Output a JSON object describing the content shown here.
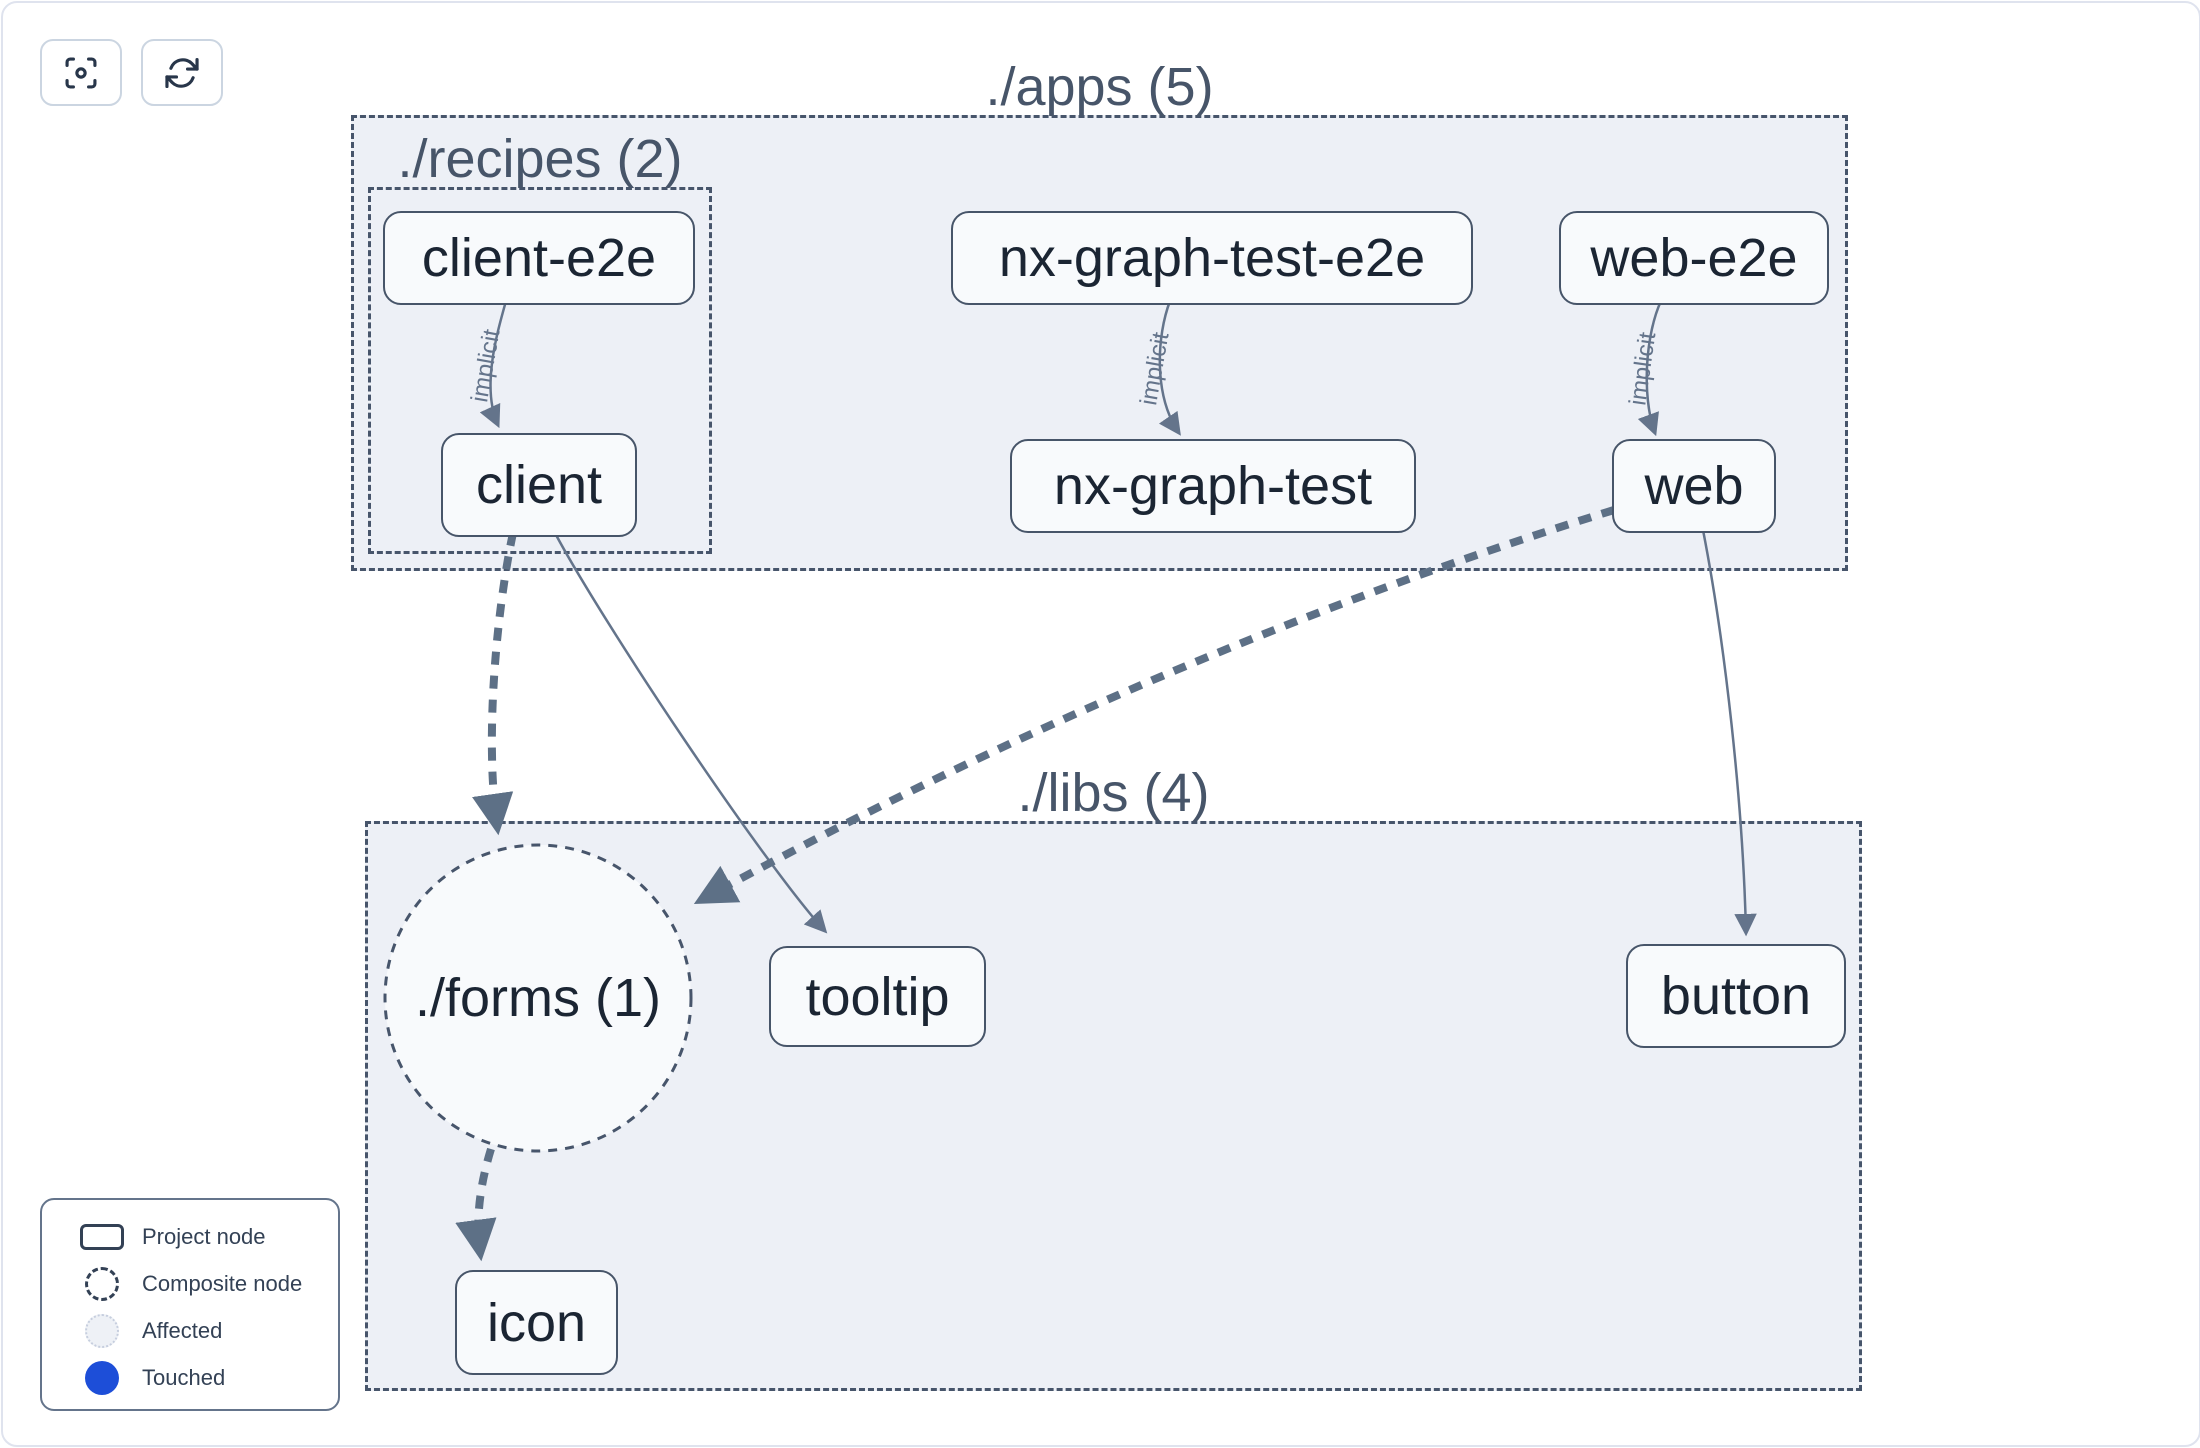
{
  "toolbar": {
    "buttons": [
      {
        "icon": "focus-crosshair-icon"
      },
      {
        "icon": "refresh-icon"
      }
    ]
  },
  "graph": {
    "groups": [
      {
        "id": "apps",
        "label": "./apps (5)"
      },
      {
        "id": "recipes",
        "label": "./recipes (2)"
      },
      {
        "id": "libs",
        "label": "./libs (4)"
      }
    ],
    "composite_nodes": [
      {
        "id": "forms",
        "label": "./forms (1)"
      }
    ],
    "nodes": [
      {
        "id": "client-e2e",
        "label": "client-e2e"
      },
      {
        "id": "nx-graph-test-e2e",
        "label": "nx-graph-test-e2e"
      },
      {
        "id": "web-e2e",
        "label": "web-e2e"
      },
      {
        "id": "client",
        "label": "client"
      },
      {
        "id": "nx-graph-test",
        "label": "nx-graph-test"
      },
      {
        "id": "web",
        "label": "web"
      },
      {
        "id": "tooltip",
        "label": "tooltip"
      },
      {
        "id": "button",
        "label": "button"
      },
      {
        "id": "icon",
        "label": "icon"
      }
    ],
    "edges": [
      {
        "from": "client-e2e",
        "to": "client",
        "label": "implicit",
        "style": "thin-solid"
      },
      {
        "from": "nx-graph-test-e2e",
        "to": "nx-graph-test",
        "label": "implicit",
        "style": "thin-solid"
      },
      {
        "from": "web-e2e",
        "to": "web",
        "label": "implicit",
        "style": "thin-solid"
      },
      {
        "from": "client",
        "to": "./forms",
        "label": "",
        "style": "thick-dashed"
      },
      {
        "from": "client",
        "to": "tooltip",
        "label": "",
        "style": "thin-solid"
      },
      {
        "from": "web",
        "to": "./forms",
        "label": "",
        "style": "thick-dashed"
      },
      {
        "from": "web",
        "to": "button",
        "label": "",
        "style": "thin-solid"
      },
      {
        "from": "./forms",
        "to": "icon",
        "label": "",
        "style": "thick-dashed"
      }
    ]
  },
  "legend": {
    "items": [
      {
        "swatch": "project-node-swatch",
        "label": "Project node"
      },
      {
        "swatch": "composite-node-swatch",
        "label": "Composite node"
      },
      {
        "swatch": "affected-swatch",
        "label": "Affected"
      },
      {
        "swatch": "touched-swatch",
        "label": "Touched"
      }
    ]
  },
  "colors": {
    "container_fill": "#edf0f6",
    "dashed_border": "#47556b",
    "node_fill": "#f8fafc",
    "node_border": "#475569",
    "node_text": "#1b2533",
    "edge": "#64748b",
    "thick_edge": "#5d7086",
    "touched_blue": "#1d4ed8",
    "canvas_border": "#dfe3ee"
  }
}
